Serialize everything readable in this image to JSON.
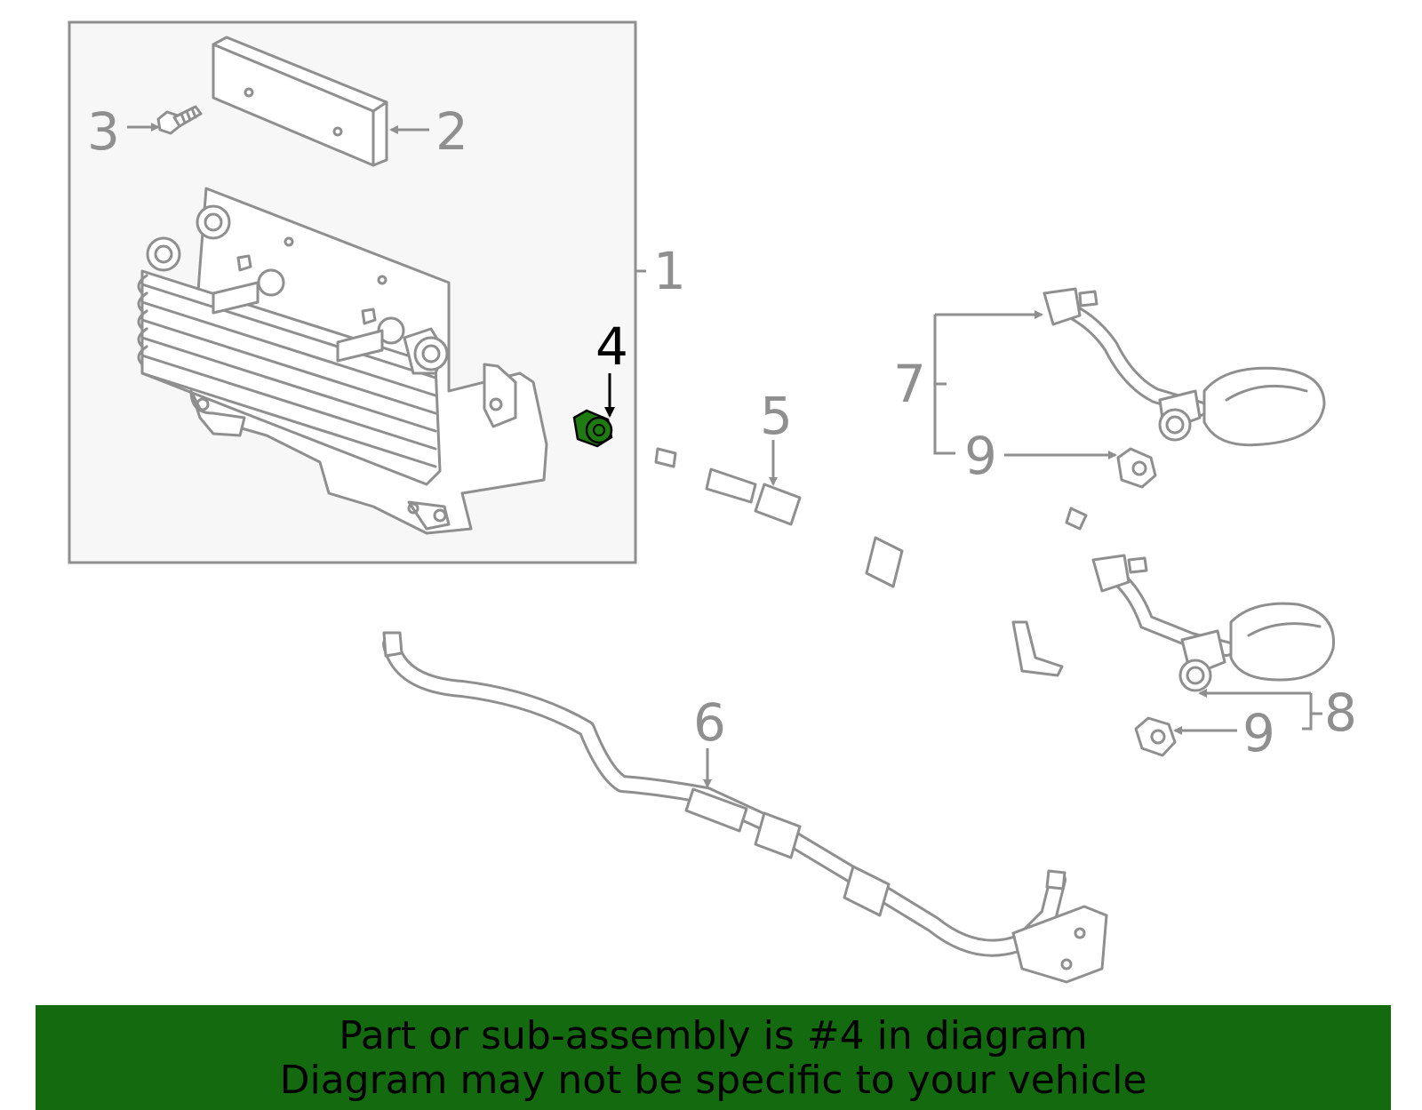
{
  "diagram": {
    "callouts": {
      "c1": "1",
      "c2": "2",
      "c3": "3",
      "c4": "4",
      "c5": "5",
      "c6": "6",
      "c7": "7",
      "c8": "8",
      "c9a": "9",
      "c9b": "9"
    },
    "highlighted_part": "4",
    "highlight_color": "#1f7a12"
  },
  "banner": {
    "line1": "Part or sub-assembly is #4 in diagram",
    "line2": "Diagram may not be specific to your vehicle",
    "background": "#136a0f"
  }
}
